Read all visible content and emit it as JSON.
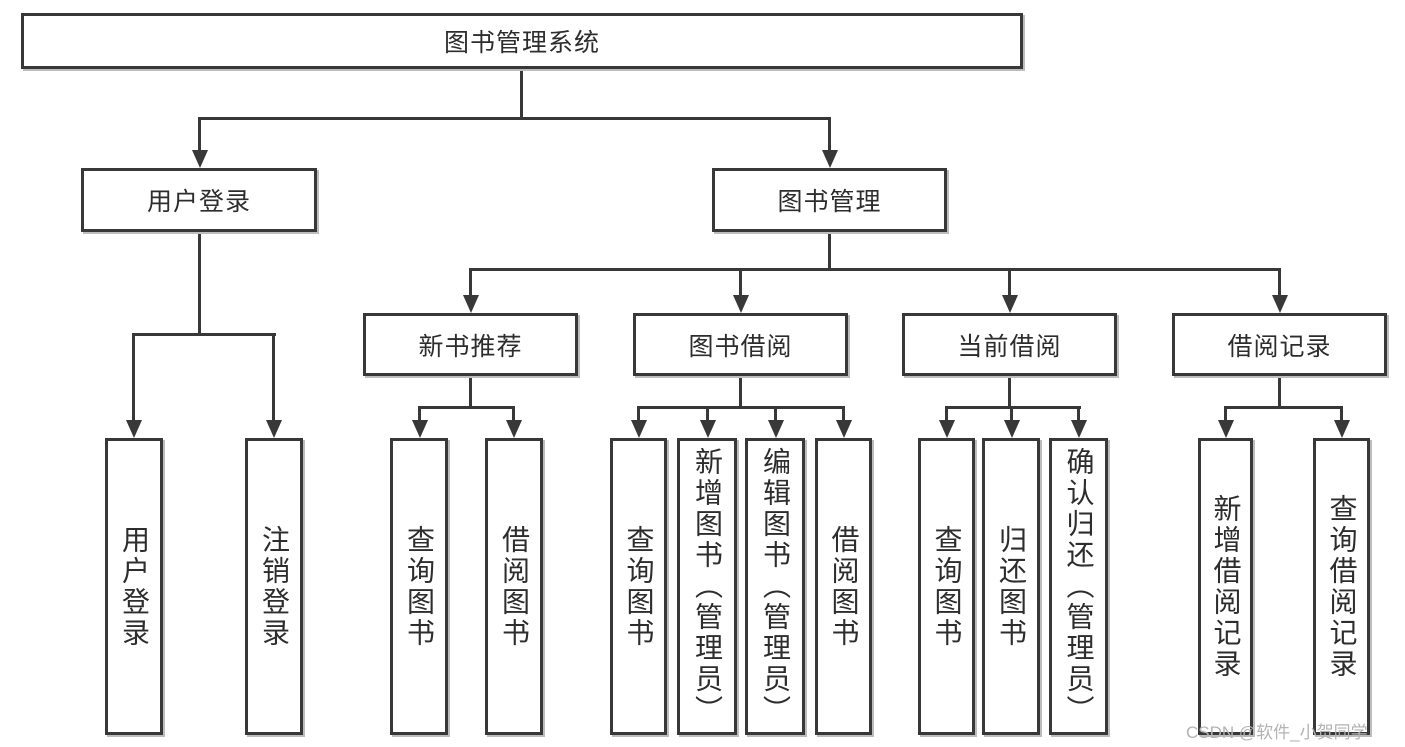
{
  "diagram": {
    "title_note": "library management system function structure diagram",
    "nodes": {
      "root": "图书管理系统",
      "user_login": "用户登录",
      "book_mgmt": "图书管理",
      "new_book_rec": "新书推荐",
      "book_borrow": "图书借阅",
      "current_borrow": "当前借阅",
      "borrow_records": "借阅记录",
      "g1": [
        "用户登录",
        "注销登录"
      ],
      "g2": [
        "查询图书",
        "借阅图书"
      ],
      "g3": [
        "查询图书",
        "新增图书（管理员）",
        "编辑图书（管理员）",
        "借阅图书"
      ],
      "g4": [
        "查询图书",
        "归还图书",
        "确认归还（管理员）"
      ],
      "g5": [
        "新增借阅记录",
        "查询借阅记录"
      ]
    },
    "colors": {
      "line": "#383838",
      "text": "#2d2d2d",
      "background": "#ffffff",
      "watermark": "#b3b3b3"
    }
  },
  "watermark": "CSDN @软件_小贺同学"
}
